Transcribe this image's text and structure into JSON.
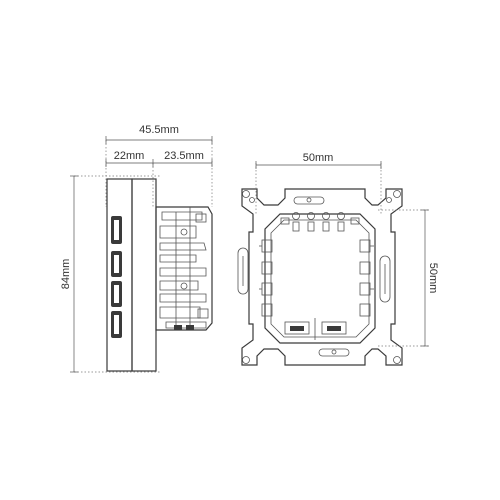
{
  "dimensions": {
    "total_depth": "45.5mm",
    "front_depth": "22mm",
    "rear_depth": "23.5mm",
    "height": "84mm",
    "mech_width": "50mm",
    "mech_height": "50mm"
  }
}
